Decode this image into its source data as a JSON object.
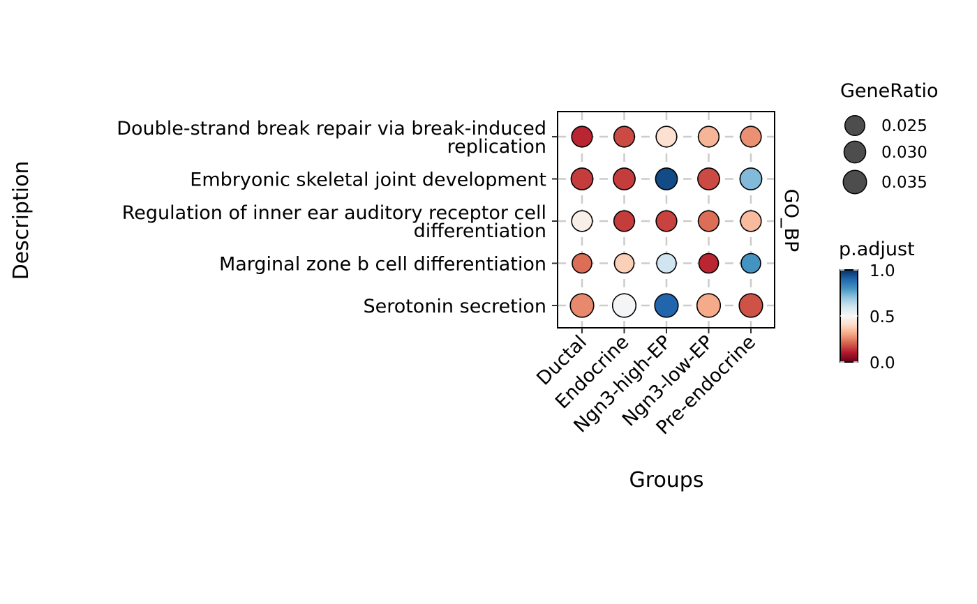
{
  "chart_data": {
    "type": "scatter",
    "subtype": "dotplot",
    "title": "",
    "xlabel": "Groups",
    "ylabel": "Description",
    "facet_label": "GO_BP",
    "categories_x": [
      "Ductal",
      "Endocrine",
      "Ngn3-high-EP",
      "Ngn3-low-EP",
      "Pre-endocrine"
    ],
    "categories_y": [
      "Double-strand break repair via break-induced replication",
      "Embryonic skeletal joint development",
      "Regulation of inner ear auditory receptor cell differentiation",
      "Marginal zone b cell differentiation",
      "Serotonin secretion"
    ],
    "y_label_lines": [
      [
        "Double-strand break repair via break-induced",
        "replication"
      ],
      [
        "Embryonic skeletal joint development"
      ],
      [
        "Regulation of inner ear auditory receptor cell",
        "differentiation"
      ],
      [
        "Marginal zone b cell differentiation"
      ],
      [
        "Serotonin secretion"
      ]
    ],
    "gene_ratio": [
      [
        0.028,
        0.028,
        0.028,
        0.028,
        0.028
      ],
      [
        0.031,
        0.031,
        0.031,
        0.031,
        0.031
      ],
      [
        0.028,
        0.028,
        0.028,
        0.028,
        0.028
      ],
      [
        0.025,
        0.025,
        0.025,
        0.025,
        0.025
      ],
      [
        0.036,
        0.036,
        0.036,
        0.036,
        0.036
      ]
    ],
    "p_adjust": [
      [
        0.12,
        0.17,
        0.42,
        0.33,
        0.27
      ],
      [
        0.15,
        0.15,
        0.95,
        0.17,
        0.72
      ],
      [
        0.47,
        0.15,
        0.16,
        0.22,
        0.34
      ],
      [
        0.22,
        0.38,
        0.6,
        0.12,
        0.8
      ],
      [
        0.26,
        0.51,
        0.9,
        0.31,
        0.18
      ]
    ],
    "size_legend": {
      "title": "GeneRatio",
      "values": [
        0.025,
        0.03,
        0.035
      ],
      "labels": [
        "0.025",
        "0.030",
        "0.035"
      ],
      "marker_color": "#4d4d4d"
    },
    "color_legend": {
      "title": "p.adjust",
      "range": [
        0.0,
        1.0
      ],
      "ticks": [
        0.0,
        0.5,
        1.0
      ],
      "tick_labels": [
        "0.0",
        "0.5",
        "1.0"
      ],
      "palette": "RdBu",
      "stops": [
        "#67001f",
        "#b2182b",
        "#d6604d",
        "#f4a582",
        "#fddbc7",
        "#f7f7f7",
        "#d1e5f0",
        "#92c5de",
        "#4393c3",
        "#2166ac",
        "#053061"
      ]
    },
    "grid": true,
    "legend_position": "right"
  }
}
